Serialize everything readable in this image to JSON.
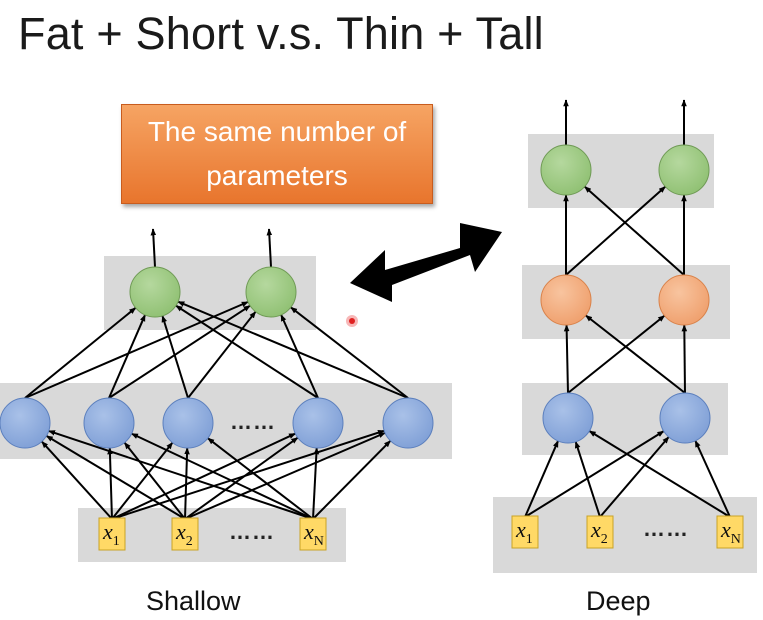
{
  "title": "Fat + Short v.s. Thin + Tall",
  "callout": {
    "text": "The same number of parameters"
  },
  "captions": {
    "shallow": "Shallow",
    "deep": "Deep"
  },
  "ellipsis": "……",
  "inputs": [
    {
      "var": "x",
      "sub": "1"
    },
    {
      "var": "x",
      "sub": "2"
    },
    {
      "var": "x",
      "sub": "N"
    }
  ],
  "colors": {
    "layer_band": "#d9d9d9",
    "hidden_neuron": "#8faadc",
    "hidden_neuron_alt": "#f4b183",
    "output_neuron": "#a9d18e",
    "input_box": "#ffd966",
    "arrow": "#000000",
    "callout": "#ed7d31",
    "laser_dot": "#e02020"
  },
  "icons": {
    "compare": "double-headed-arrow-icon",
    "pointer": "laser-pointer-dot-icon"
  },
  "networks": {
    "shallow": {
      "hidden_layers": 1,
      "hidden_units_shown": 5,
      "outputs": 2,
      "inputs_shown": 3
    },
    "deep": {
      "hidden_layers": 2,
      "hidden_units_per_layer": 2,
      "outputs": 2,
      "inputs_shown": 3
    }
  }
}
